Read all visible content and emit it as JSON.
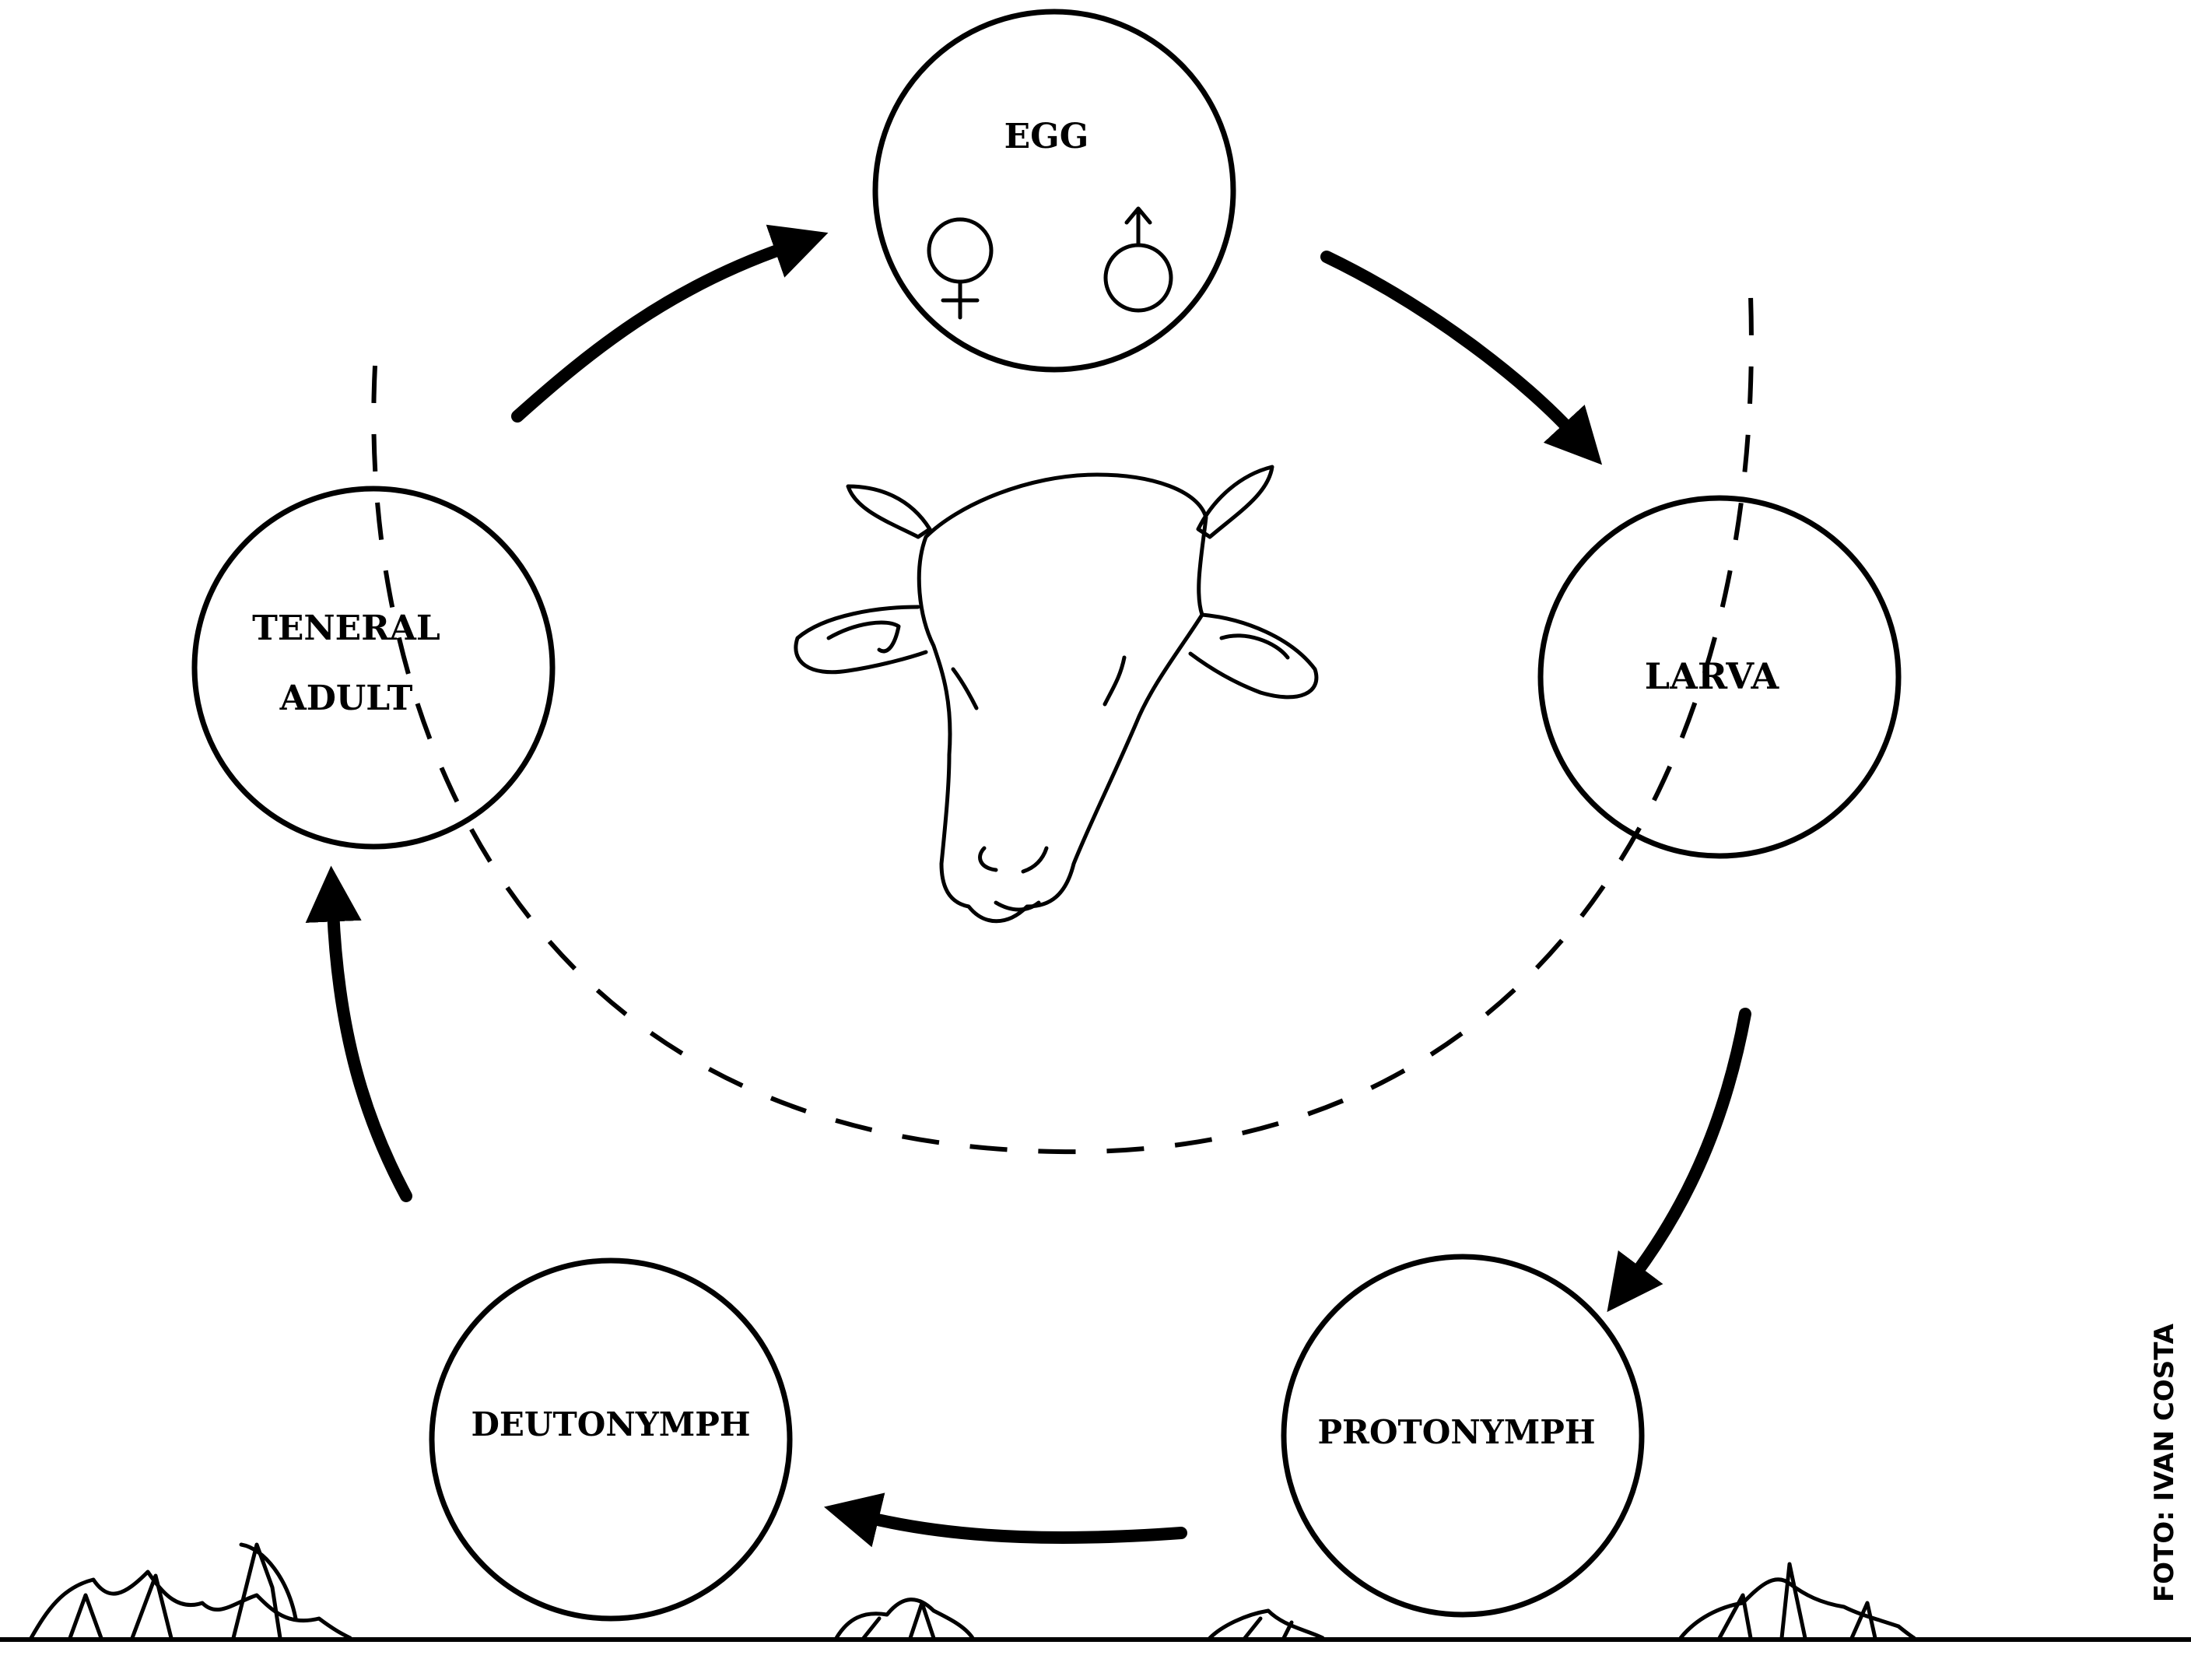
{
  "stages": {
    "egg": "EGG",
    "larva": "LARVA",
    "protonymph": "PROTONYMPH",
    "deutonymph": "DEUTONYMPH",
    "teneral_adult_line1": "TENERAL",
    "teneral_adult_line2": "ADULT"
  },
  "symbols": {
    "female": "female-symbol-icon",
    "male": "male-symbol-icon"
  },
  "illustration": {
    "host": "cow-head-icon",
    "ground": "grass-tufts"
  },
  "credit": "FOTO: IVAN COSTA",
  "colors": {
    "ink": "#000000",
    "background": "#ffffff"
  }
}
